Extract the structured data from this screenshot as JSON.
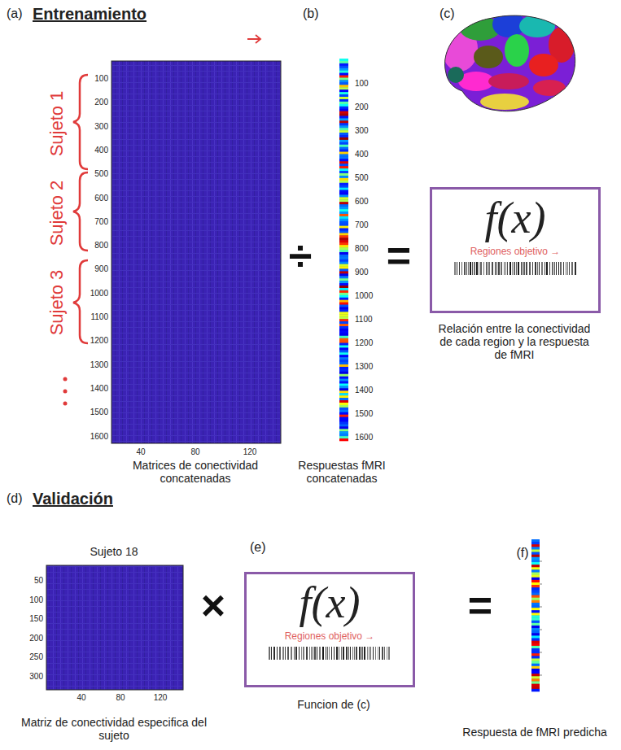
{
  "diagram": {
    "nodes": [
      {
        "text": [
          "f(x)",
          "Regiones objetivo →"
        ]
      },
      {
        "text": [
          "f(x)",
          "Regiones objetivo →"
        ]
      }
    ],
    "labels": [
      "(a)",
      "Entrenamiento",
      "(b)",
      "(c)",
      "Sujeto 1",
      "Sujeto 2",
      "Sujeto 3",
      "100",
      "200",
      "300",
      "400",
      "500",
      "600",
      "700",
      "800",
      "900",
      "1000",
      "1100",
      "1200",
      "1300",
      "1400",
      "1500",
      "1600",
      "40",
      "80",
      "120",
      "100",
      "200",
      "300",
      "400",
      "500",
      "600",
      "700",
      "800",
      "900",
      "1000",
      "1100",
      "1200",
      "1300",
      "1400",
      "1500",
      "1600",
      "÷",
      "=",
      "Matrices de conectividad concatenadas",
      "Respuestas fMRI concatenadas",
      "Relación entre la conectividad de cada region y la respuesta de fMRI",
      "(d)",
      "Validación",
      "Sujeto 18",
      "50",
      "100",
      "150",
      "200",
      "250",
      "300",
      "40",
      "80",
      "120",
      "×",
      "(e)",
      "=",
      "Funcion de (c)",
      "(f)",
      "Respuesta de fMRI predicha",
      "Matriz de conectividad especifica del sujeto"
    ]
  }
}
